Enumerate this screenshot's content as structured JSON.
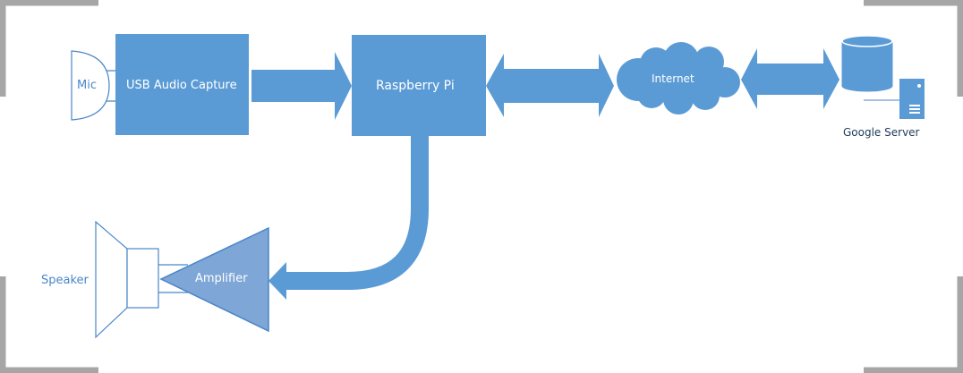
{
  "labels": {
    "mic": "Mic",
    "usb_audio_capture": "USB Audio Capture",
    "raspberry_pi": "Raspberry Pi",
    "internet": "Internet",
    "google_server": "Google Server",
    "amplifier": "Amplifier",
    "speaker": "Speaker"
  },
  "colors": {
    "primary": "#5b9bd5",
    "amplifier_fill": "#7ea6d6",
    "outline": "#4a86c8",
    "frame": "#a6a6a6",
    "dark_text": "#1f3b57"
  },
  "icons": {
    "mic": "microphone-icon",
    "speaker": "speaker-icon",
    "database": "database-icon",
    "server": "server-tower-icon",
    "cloud": "cloud-icon"
  }
}
